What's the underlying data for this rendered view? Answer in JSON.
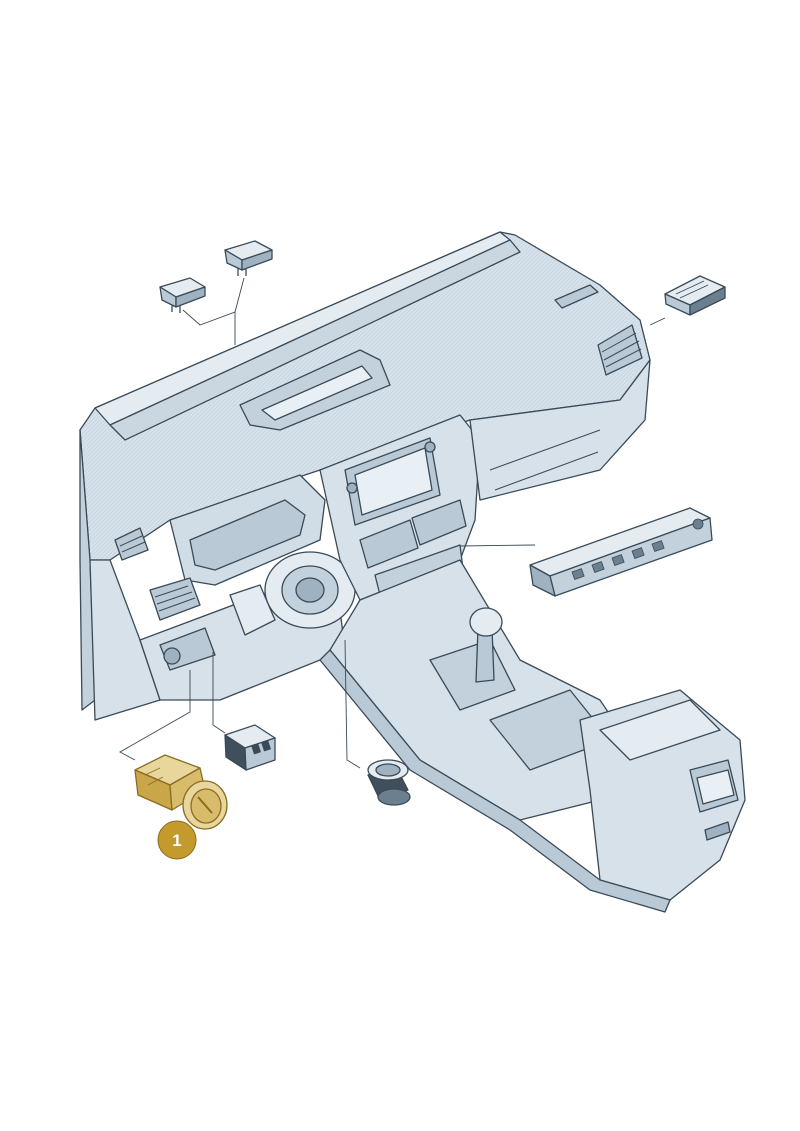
{
  "diagram": {
    "callouts": [
      {
        "label": "1",
        "part": "headlight-switch"
      }
    ],
    "colors": {
      "body_fill": "#d6e1ea",
      "body_fill_dark": "#b9c9d6",
      "line": "#3a4a57",
      "highlight_part": "#c9a64a",
      "callout_fill": "#c49a2c",
      "callout_text": "#ffffff"
    },
    "icons": [
      "dashboard-assembly",
      "headlight-switch",
      "usb-port",
      "start-button",
      "switch-panel",
      "side-trim-clip",
      "air-vent-control"
    ]
  }
}
